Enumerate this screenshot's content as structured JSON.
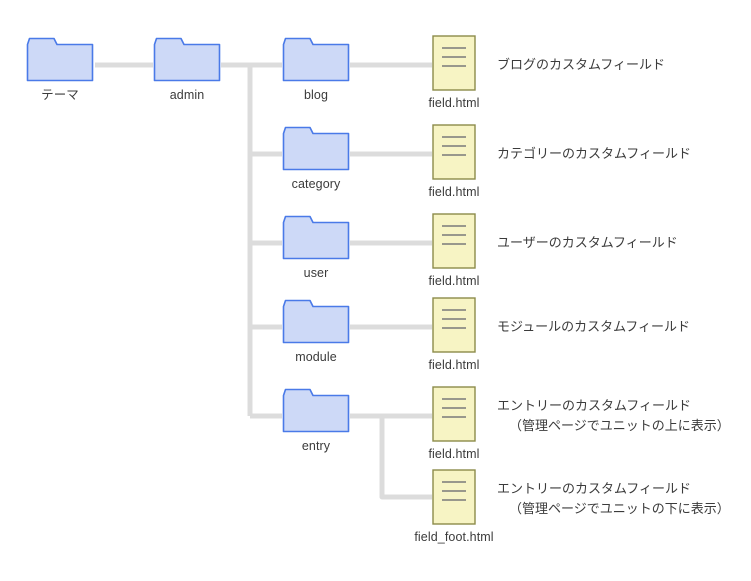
{
  "diagram": {
    "title": "theme-directory-structure",
    "colors": {
      "folder_fill": "#cdd9f7",
      "folder_stroke": "#4a7ae8",
      "file_fill": "#f7f4c4",
      "file_stroke": "#8c8b4a",
      "file_line": "#7a7a7a",
      "connector": "#dcdcdc",
      "text": "#3b3b3b",
      "background": "#ffffff"
    },
    "folders": [
      {
        "id": "theme",
        "label": "テーマ",
        "icon": "folder-icon"
      },
      {
        "id": "admin",
        "label": "admin",
        "icon": "folder-icon"
      },
      {
        "id": "blog",
        "label": "blog",
        "icon": "folder-icon"
      },
      {
        "id": "category",
        "label": "category",
        "icon": "folder-icon"
      },
      {
        "id": "user",
        "label": "user",
        "icon": "folder-icon"
      },
      {
        "id": "module",
        "label": "module",
        "icon": "folder-icon"
      },
      {
        "id": "entry",
        "label": "entry",
        "icon": "folder-icon"
      }
    ],
    "files": [
      {
        "id": "blog-field",
        "label": "field.html",
        "icon": "file-icon",
        "annotation_line1": "ブログのカスタムフィールド",
        "annotation_line2": ""
      },
      {
        "id": "category-field",
        "label": "field.html",
        "icon": "file-icon",
        "annotation_line1": "カテゴリーのカスタムフィールド",
        "annotation_line2": ""
      },
      {
        "id": "user-field",
        "label": "field.html",
        "icon": "file-icon",
        "annotation_line1": "ユーザーのカスタムフィールド",
        "annotation_line2": ""
      },
      {
        "id": "module-field",
        "label": "field.html",
        "icon": "file-icon",
        "annotation_line1": "モジュールのカスタムフィールド",
        "annotation_line2": ""
      },
      {
        "id": "entry-field",
        "label": "field.html",
        "icon": "file-icon",
        "annotation_line1": "エントリーのカスタムフィールド",
        "annotation_line2": "（管理ページでユニットの上に表示）"
      },
      {
        "id": "entry-field-foot",
        "label": "field_foot.html",
        "icon": "file-icon",
        "annotation_line1": "エントリーのカスタムフィールド",
        "annotation_line2": "（管理ページでユニットの下に表示）"
      }
    ]
  }
}
